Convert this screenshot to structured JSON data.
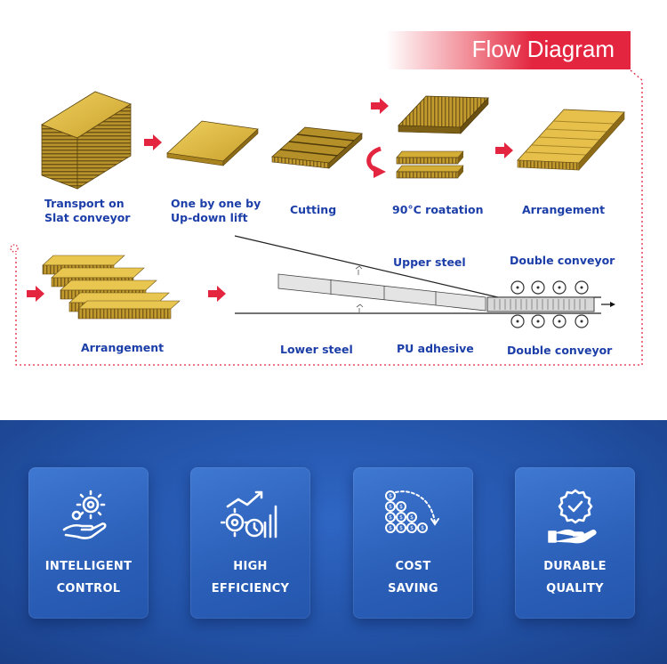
{
  "title": "Flow Diagram",
  "steps": {
    "transport_l1": "Transport on",
    "transport_l2": "Slat conveyor",
    "lift_l1": "One by one by",
    "lift_l2": "Up-down lift",
    "cutting": "Cutting",
    "rotation": "90°C roatation",
    "arrangement_top": "Arrangement",
    "arrangement_bottom": "Arrangement",
    "upper_steel": "Upper steel",
    "double_conveyor_top": "Double conveyor",
    "lower_steel": "Lower steel",
    "pu_adhesive": "PU adhesive",
    "double_conveyor_bottom": "Double conveyor"
  },
  "features": [
    {
      "line1": "INTELLIGENT",
      "line2": "CONTROL",
      "icon": "gear-hand-icon"
    },
    {
      "line1": "HIGH",
      "line2": "EFFICIENCY",
      "icon": "gear-growth-chart-icon"
    },
    {
      "line1": "COST",
      "line2": "SAVING",
      "icon": "coins-stack-icon"
    },
    {
      "line1": "DURABLE",
      "line2": "QUALITY",
      "icon": "badge-hand-icon"
    }
  ],
  "colors": {
    "accent": "#e3253f",
    "label_blue": "#1c3ea8",
    "wood": "#d9b33c",
    "panel_blue": "#2353a8"
  }
}
